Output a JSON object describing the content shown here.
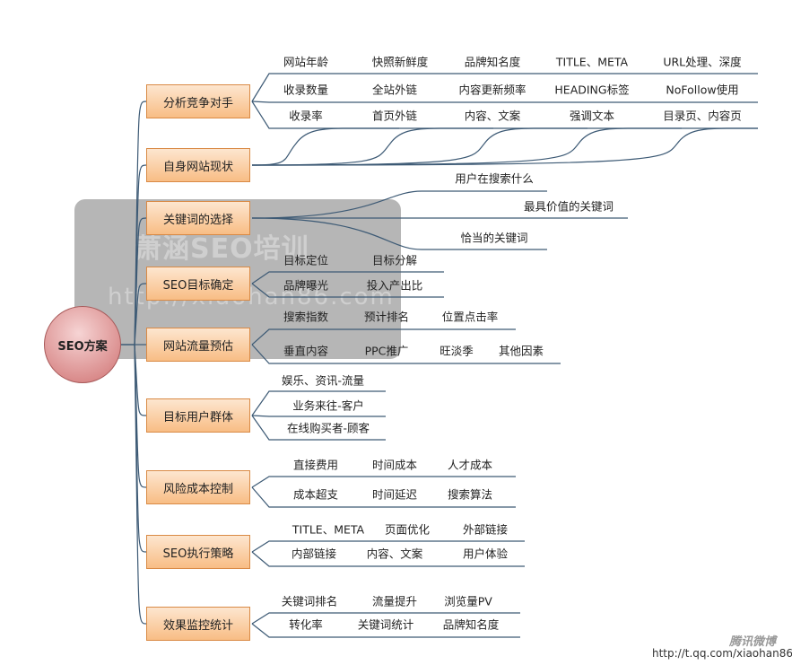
{
  "root": "SEO方案",
  "branches": [
    {
      "label": "分析竞争对手",
      "rows": [
        [
          "网站年龄",
          "快照新鲜度",
          "品牌知名度",
          "TITLE、META",
          "URL处理、深度"
        ],
        [
          "收录数量",
          "全站外链",
          "内容更新频率",
          "HEADING标签",
          "NoFollow使用"
        ],
        [
          "收录率",
          "首页外链",
          "内容、文案",
          "强调文本",
          "目录页、内容页"
        ]
      ]
    },
    {
      "label": "自身网站现状",
      "rows": []
    },
    {
      "label": "关键词的选择",
      "rows": [
        [
          "用户在搜索什么"
        ],
        [
          "最具价值的关键词"
        ],
        [
          "恰当的关键词"
        ]
      ]
    },
    {
      "label": "SEO目标确定",
      "rows": [
        [
          "目标定位",
          "目标分解"
        ],
        [
          "品牌曝光",
          "投入产出比"
        ]
      ]
    },
    {
      "label": "网站流量预估",
      "rows": [
        [
          "搜索指数",
          "预计排名",
          "位置点击率"
        ],
        [
          "垂直内容",
          "PPC推广",
          "旺淡季",
          "其他因素"
        ]
      ]
    },
    {
      "label": "目标用户群体",
      "rows": [
        [
          "娱乐、资讯-流量"
        ],
        [
          "业务来往-客户"
        ],
        [
          "在线购买者-顾客"
        ]
      ]
    },
    {
      "label": "风险成本控制",
      "rows": [
        [
          "直接费用",
          "时间成本",
          "人才成本"
        ],
        [
          "成本超支",
          "时间延迟",
          "搜索算法"
        ]
      ]
    },
    {
      "label": "SEO执行策略",
      "rows": [
        [
          "TITLE、META",
          "页面优化",
          "外部链接"
        ],
        [
          "内部链接",
          "内容、文案",
          "用户体验"
        ]
      ]
    },
    {
      "label": "效果监控统计",
      "rows": [
        [
          "关键词排名",
          "流量提升",
          "浏览量PV"
        ],
        [
          "转化率",
          "关键词统计",
          "品牌知名度"
        ]
      ]
    }
  ],
  "watermark": {
    "title": "萧涵SEO培训",
    "url": "http://xiaohan86.com"
  },
  "footer": {
    "brand": "腾讯微博",
    "url": "http://t.qq.com/xiaohan86"
  },
  "colors": {
    "node_fill": "#f8bd85",
    "node_border": "#d98a45",
    "root_fill": "#d98a8a",
    "line": "#3d5a75"
  }
}
